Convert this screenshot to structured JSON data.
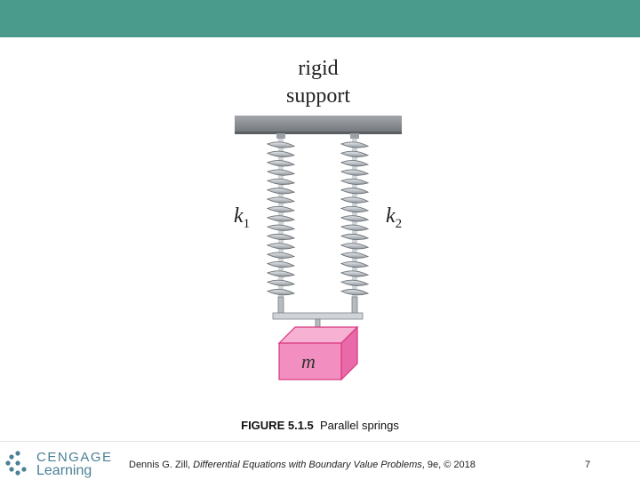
{
  "colors": {
    "header_bar": "#4a9b8c",
    "support": "#868b90",
    "spring": "#bfc3c8",
    "spring_outline": "#6d7378",
    "mass_fill": "#f28fc0",
    "mass_edge": "#d9367f",
    "brand": "#4a7f95"
  },
  "diagram": {
    "support_label_line1": "rigid",
    "support_label_line2": "support",
    "spring_left_label": "k",
    "spring_left_sub": "1",
    "spring_right_label": "k",
    "spring_right_sub": "2",
    "mass_label": "m"
  },
  "caption": {
    "figure_number": "FIGURE 5.1.5",
    "title": "Parallel springs"
  },
  "footer": {
    "logo_line1": "CENGAGE",
    "logo_line2": "Learning",
    "citation_author": "Dennis G. Zill, ",
    "citation_title": "Differential Equations with Boundary Value Problems",
    "citation_rest": ", 9e, © 2018",
    "page_number": "7"
  }
}
